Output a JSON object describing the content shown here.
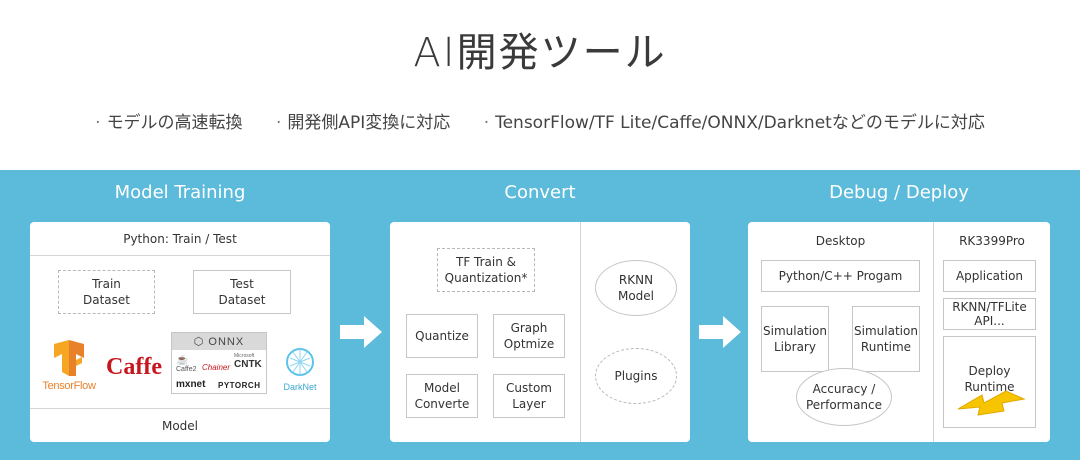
{
  "title": "AI開発ツール",
  "features": [
    "モデルの高速転換",
    "開発側API変換に対応",
    "TensorFlow/TF Lite/Caffe/ONNX/Darknetなどのモデルに対応"
  ],
  "sections": {
    "training": {
      "title": "Model Training",
      "header": "Python: Train / Test",
      "train_dataset": "Train\nDataset",
      "test_dataset": "Test\nDataset",
      "footer": "Model",
      "logos": {
        "tensorflow": "TensorFlow",
        "caffe": "Caffe",
        "onnx": "ONNX",
        "caffe2": "Caffe2",
        "chainer": "Chainer",
        "cntk": "CNTK",
        "mxnet": "mxnet",
        "pytorch": "PYTORCH",
        "darknet": "DarkNet",
        "microsoft": "Microsoft"
      }
    },
    "convert": {
      "title": "Convert",
      "tf_train": "TF Train &\nQuantization*",
      "quantize": "Quantize",
      "graph_optimize": "Graph\nOptmize",
      "model_convert": "Model\nConverte",
      "custom_layer": "Custom\nLayer",
      "rknn_model": "RKNN\nModel",
      "plugins": "Plugins"
    },
    "deploy": {
      "title": "Debug / Deploy",
      "desktop": "Desktop",
      "python_cpp": "Python/C++ Progam",
      "sim_library": "Simulation\nLibrary",
      "sim_runtime": "Simulation\nRuntime",
      "accuracy": "Accuracy /\nPerformance",
      "rk_title": "RK3399Pro",
      "application": "Application",
      "rknn_api": "RKNN/TFLite\nAPI...",
      "deploy_runtime": "Deploy Runtime"
    }
  },
  "colors": {
    "band": "#5cbadb",
    "caffe": "#c8161d",
    "tensorflow": "#f08a24",
    "lightning": "#f7c400"
  }
}
